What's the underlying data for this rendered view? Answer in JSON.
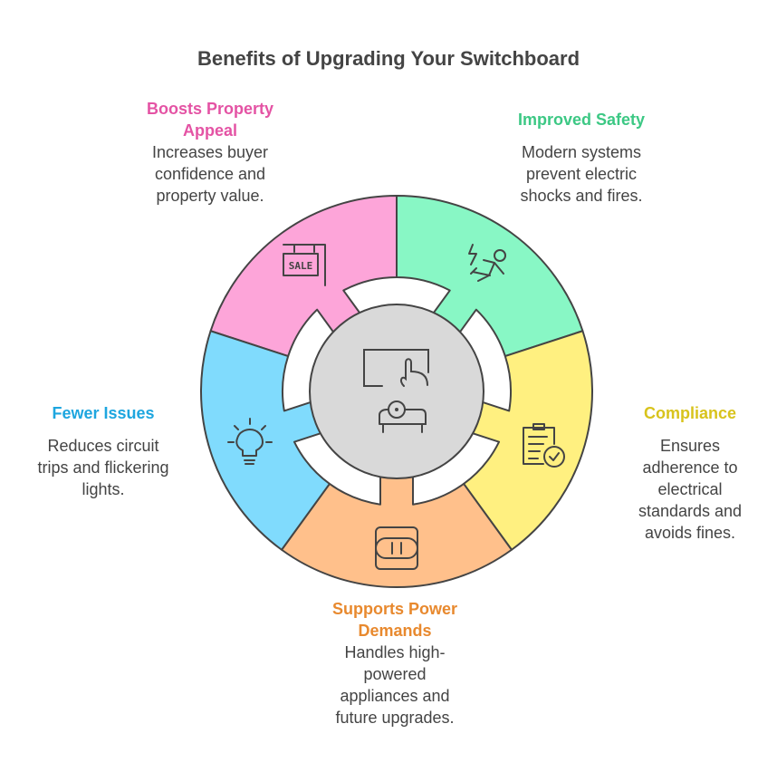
{
  "title": "Benefits of Upgrading Your Switchboard",
  "center": {
    "icon": "touch-switchboard-icon",
    "color": "#D9D9D9"
  },
  "segments": [
    {
      "key": "pink",
      "icon": "sale-sign-icon",
      "color": "#FDA5D9",
      "label_color": "#E453A4",
      "heading": [
        "Boosts Property",
        "Appeal"
      ],
      "body": [
        "Increases buyer",
        "confidence and",
        "property value."
      ]
    },
    {
      "key": "green",
      "icon": "electric-shock-icon",
      "color": "#88F7C5",
      "label_color": "#3CC884",
      "heading": [
        "Improved Safety"
      ],
      "body": [
        "Modern systems",
        "prevent electric",
        "shocks and fires."
      ]
    },
    {
      "key": "yellow",
      "icon": "clipboard-check-icon",
      "color": "#FFF080",
      "label_color": "#D8C31C",
      "heading": [
        "Compliance"
      ],
      "body": [
        "Ensures",
        "adherence to",
        "electrical",
        "standards and",
        "avoids fines."
      ]
    },
    {
      "key": "orange",
      "icon": "power-outlet-icon",
      "color": "#FFC08B",
      "label_color": "#E8892E",
      "heading": [
        "Supports Power",
        "Demands"
      ],
      "body": [
        "Handles high-",
        "powered",
        "appliances and",
        "future upgrades."
      ]
    },
    {
      "key": "blue",
      "icon": "lightbulb-icon",
      "color": "#80DBFD",
      "label_color": "#1EA6DF",
      "heading": [
        "Fewer Issues"
      ],
      "body": [
        "Reduces circuit",
        "trips and flickering",
        "lights."
      ]
    }
  ]
}
